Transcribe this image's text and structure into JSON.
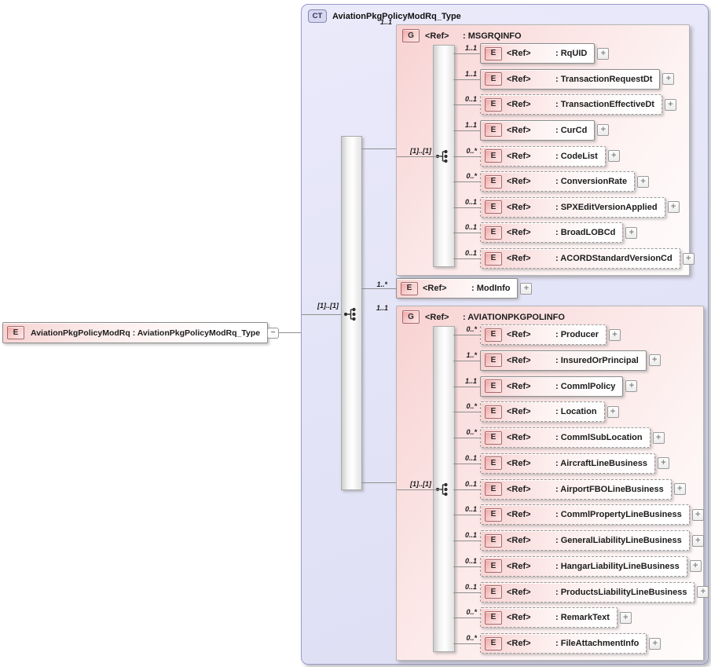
{
  "badges": {
    "complex_type": "CT",
    "group": "G",
    "element": "E",
    "expand": "+",
    "collapse": "−"
  },
  "root": {
    "label": "AviationPkgPolicyModRq : AviationPkgPolicyModRq_Type"
  },
  "ct": {
    "title": "AviationPkgPolicyModRq_Type",
    "occurs": "[1]..[1]",
    "children": [
      {
        "kind": "group",
        "card": "1..1",
        "ref": "<Ref>",
        "name": ": MSGRQINFO",
        "occurs": "[1]..[1]",
        "items": [
          {
            "card": "1..1",
            "ref": "<Ref>",
            "name": ": RqUID",
            "optional": false
          },
          {
            "card": "1..1",
            "ref": "<Ref>",
            "name": ": TransactionRequestDt",
            "optional": false
          },
          {
            "card": "0..1",
            "ref": "<Ref>",
            "name": ": TransactionEffectiveDt",
            "optional": true
          },
          {
            "card": "1..1",
            "ref": "<Ref>",
            "name": ": CurCd",
            "optional": false
          },
          {
            "card": "0..*",
            "ref": "<Ref>",
            "name": ": CodeList",
            "optional": true
          },
          {
            "card": "0..*",
            "ref": "<Ref>",
            "name": ": ConversionRate",
            "optional": true
          },
          {
            "card": "0..1",
            "ref": "<Ref>",
            "name": ": SPXEditVersionApplied",
            "optional": true
          },
          {
            "card": "0..1",
            "ref": "<Ref>",
            "name": ": BroadLOBCd",
            "optional": true
          },
          {
            "card": "0..1",
            "ref": "<Ref>",
            "name": ": ACORDStandardVersionCd",
            "optional": true
          }
        ]
      },
      {
        "kind": "element",
        "card": "1..*",
        "ref": "<Ref>",
        "name": ": ModInfo"
      },
      {
        "kind": "group",
        "card": "1..1",
        "ref": "<Ref>",
        "name": ": AVIATIONPKGPOLINFO",
        "occurs": "[1]..[1]",
        "items": [
          {
            "card": "0..*",
            "ref": "<Ref>",
            "name": ": Producer",
            "optional": true
          },
          {
            "card": "1..*",
            "ref": "<Ref>",
            "name": ": InsuredOrPrincipal",
            "optional": false
          },
          {
            "card": "1..1",
            "ref": "<Ref>",
            "name": ": CommlPolicy",
            "optional": false
          },
          {
            "card": "0..*",
            "ref": "<Ref>",
            "name": ": Location",
            "optional": true
          },
          {
            "card": "0..*",
            "ref": "<Ref>",
            "name": ": CommlSubLocation",
            "optional": true
          },
          {
            "card": "0..1",
            "ref": "<Ref>",
            "name": ": AircraftLineBusiness",
            "optional": true
          },
          {
            "card": "0..1",
            "ref": "<Ref>",
            "name": ": AirportFBOLineBusiness",
            "optional": true
          },
          {
            "card": "0..1",
            "ref": "<Ref>",
            "name": ": CommlPropertyLineBusiness",
            "optional": true
          },
          {
            "card": "0..1",
            "ref": "<Ref>",
            "name": ": GeneralLiabilityLineBusiness",
            "optional": true
          },
          {
            "card": "0..1",
            "ref": "<Ref>",
            "name": ": HangarLiabilityLineBusiness",
            "optional": true
          },
          {
            "card": "0..1",
            "ref": "<Ref>",
            "name": ": ProductsLiabilityLineBusiness",
            "optional": true
          },
          {
            "card": "0..*",
            "ref": "<Ref>",
            "name": ": RemarkText",
            "optional": true
          },
          {
            "card": "0..*",
            "ref": "<Ref>",
            "name": ": FileAttachmentInfo",
            "optional": true
          }
        ]
      }
    ]
  },
  "colors": {
    "pink": "#f8d2d2",
    "lavender": "#e6e6f8",
    "line": "#8f8f8f"
  }
}
